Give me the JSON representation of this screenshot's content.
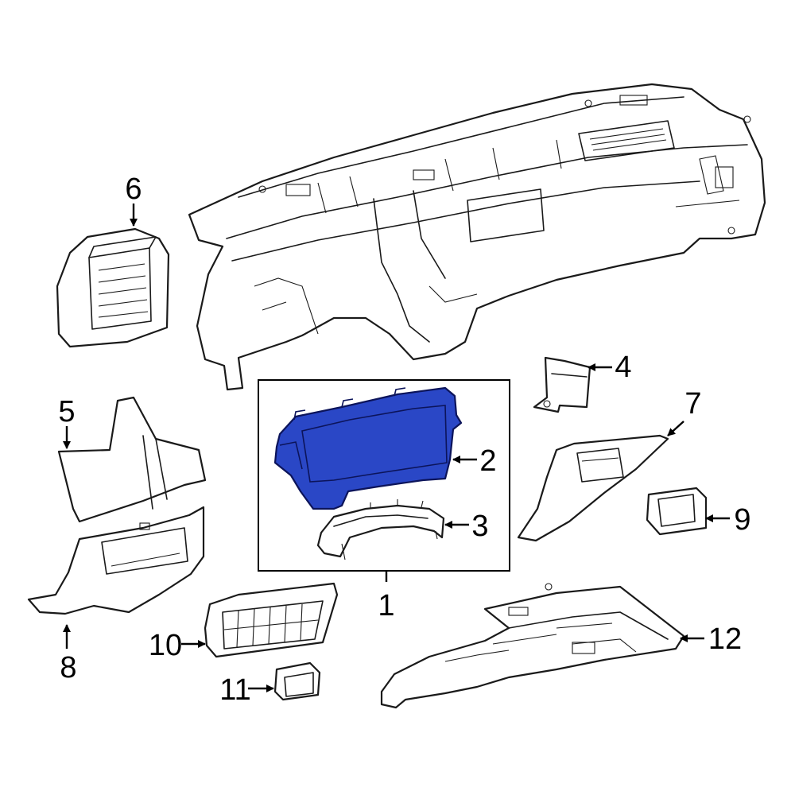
{
  "diagram": {
    "colors": {
      "highlight": "#2a47c6",
      "line": "#1a1a1a",
      "background": "#ffffff"
    },
    "callouts": {
      "c1": "1",
      "c2": "2",
      "c3": "3",
      "c4": "4",
      "c5": "5",
      "c6": "6",
      "c7": "7",
      "c8": "8",
      "c9": "9",
      "c10": "10",
      "c11": "11",
      "c12": "12"
    }
  }
}
